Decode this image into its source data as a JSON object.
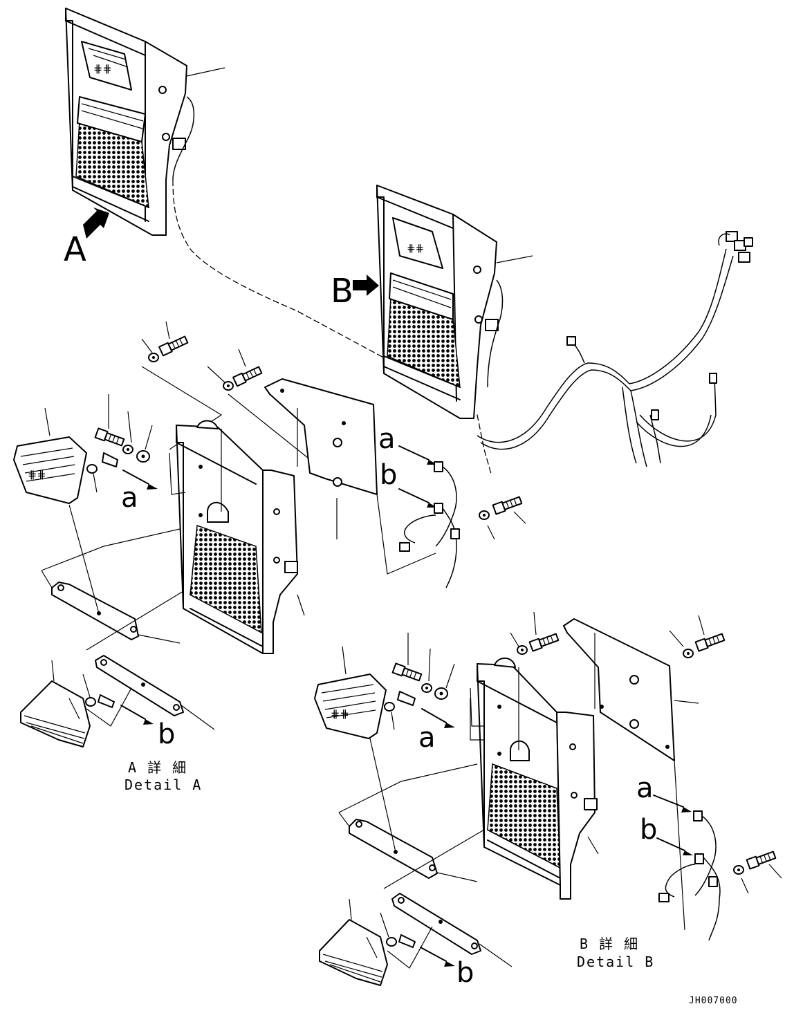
{
  "labels": {
    "view_a": "A",
    "view_b": "B",
    "a_upper": "a",
    "b_upper": "b",
    "a_lower_left": "a",
    "b_lower_left": "b",
    "a_lower_right": "a",
    "a_right_connector": "a",
    "b_right_connector": "b",
    "b_lower_right": "b"
  },
  "captions": {
    "detail_a_jp": "A 詳 細",
    "detail_a_en": "Detail A",
    "detail_b_jp": "B 詳 細",
    "detail_b_en": "Detail B"
  },
  "drawing_code": "JH007000"
}
